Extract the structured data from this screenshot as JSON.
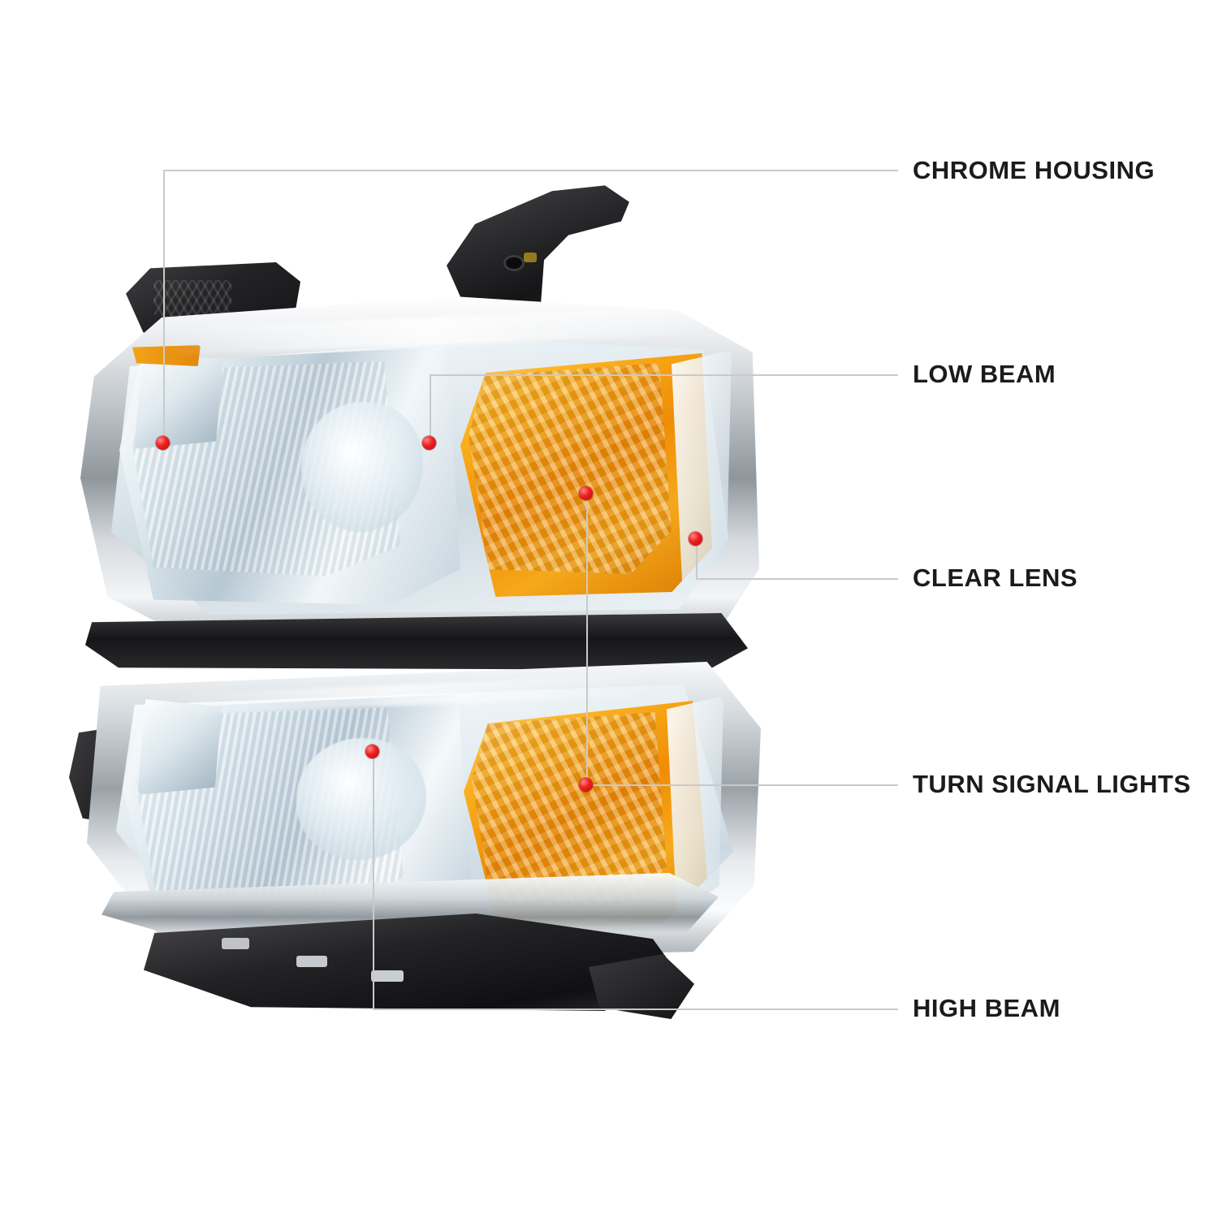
{
  "diagram": {
    "title": "Headlight assembly callout diagram",
    "accent_dot_color": "#ee2020",
    "leader_line_color": "#c9c9c9",
    "label_color": "#1b1b1b",
    "callouts": [
      {
        "id": "chrome-housing",
        "label": "CHROME HOUSING"
      },
      {
        "id": "low-beam",
        "label": "LOW BEAM"
      },
      {
        "id": "clear-lens",
        "label": "CLEAR LENS"
      },
      {
        "id": "turn-signal-lights",
        "label": "TURN SIGNAL LIGHTS"
      },
      {
        "id": "high-beam",
        "label": "HIGH BEAM"
      }
    ]
  }
}
